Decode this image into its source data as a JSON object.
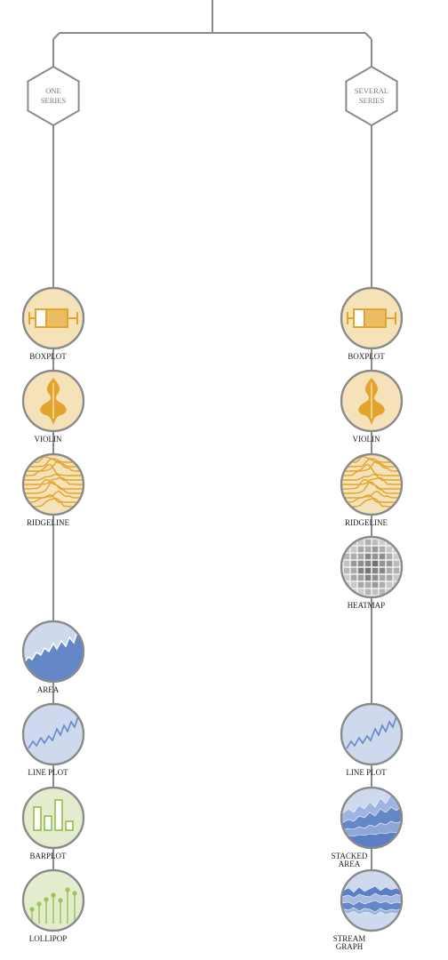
{
  "branches": [
    {
      "title_lines": [
        "ONE",
        "SERIES"
      ],
      "nodes": [
        {
          "icon": "boxplot-icon",
          "label_lines": [
            "BOXPLOT"
          ],
          "theme": "orange"
        },
        {
          "icon": "violin-icon",
          "label_lines": [
            "VIOLIN"
          ],
          "theme": "orange"
        },
        {
          "icon": "ridgeline-icon",
          "label_lines": [
            "RIDGELINE"
          ],
          "theme": "orange"
        },
        {
          "icon": "area-icon",
          "label_lines": [
            "AREA"
          ],
          "theme": "blue"
        },
        {
          "icon": "line-plot-icon",
          "label_lines": [
            "LINE PLOT"
          ],
          "theme": "blue"
        },
        {
          "icon": "barplot-icon",
          "label_lines": [
            "BARPLOT"
          ],
          "theme": "green"
        },
        {
          "icon": "lollipop-icon",
          "label_lines": [
            "LOLLIPOP"
          ],
          "theme": "green"
        }
      ]
    },
    {
      "title_lines": [
        "SEVERAL",
        "SERIES"
      ],
      "nodes": [
        {
          "icon": "boxplot-icon",
          "label_lines": [
            "BOXPLOT"
          ],
          "theme": "orange"
        },
        {
          "icon": "violin-icon",
          "label_lines": [
            "VIOLIN"
          ],
          "theme": "orange"
        },
        {
          "icon": "ridgeline-icon",
          "label_lines": [
            "RIDGELINE"
          ],
          "theme": "orange"
        },
        {
          "icon": "heatmap-icon",
          "label_lines": [
            "HEATMAP"
          ],
          "theme": "grey"
        },
        {
          "icon": "line-plot-icon",
          "label_lines": [
            "LINE PLOT"
          ],
          "theme": "blue"
        },
        {
          "icon": "stacked-area-icon",
          "label_lines": [
            "STACKED",
            "AREA"
          ],
          "theme": "blue"
        },
        {
          "icon": "stream-graph-icon",
          "label_lines": [
            "STREAM",
            "GRAPH"
          ],
          "theme": "blue"
        }
      ]
    }
  ],
  "colors": {
    "line": "#8a8a8a",
    "orange_fill": "#f5e2b8",
    "orange_accent": "#e2a42c",
    "blue_fill": "#cfd9ee",
    "blue_accent": "#6487c8",
    "green_fill": "#e3eccd",
    "green_accent": "#9cc35a",
    "grey_fill": "#eeeeee",
    "grey_accent": "#9a9a9a"
  }
}
